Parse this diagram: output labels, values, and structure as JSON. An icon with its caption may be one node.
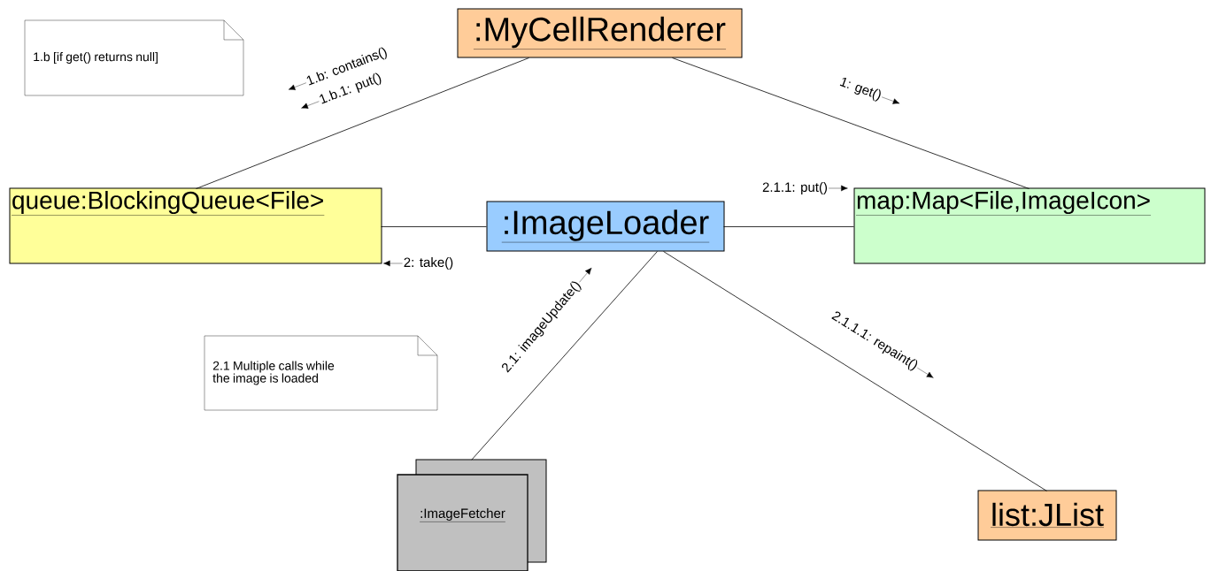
{
  "diagram": {
    "nodes": [
      {
        "text": [
          ":MyCellRenderer"
        ]
      },
      {
        "text": [
          "queue:BlockingQueue<File>"
        ]
      },
      {
        "text": [
          ":ImageLoader"
        ]
      },
      {
        "text": [
          "map:Map<File,ImageIcon>"
        ]
      },
      {
        "text": [
          ":ImageFetcher"
        ]
      },
      {
        "text": [
          "list:JList"
        ]
      },
      {
        "text": [
          "1.b [if get() returns null]"
        ]
      },
      {
        "text": [
          "2.1 Multiple calls while the image is loaded"
        ]
      }
    ],
    "edges": [
      {
        "from": 0,
        "to": 1,
        "arrow": "none"
      },
      {
        "from": 0,
        "to": 3,
        "arrow": "none"
      },
      {
        "from": 1,
        "to": 2,
        "arrow": "none"
      },
      {
        "from": 2,
        "to": 3,
        "arrow": "none"
      },
      {
        "from": 2,
        "to": 4,
        "arrow": "none"
      },
      {
        "from": 2,
        "to": 5,
        "arrow": "none"
      }
    ],
    "labels": [
      "1.b: contains()",
      "1.b.1: put()",
      "1: get()",
      "2.1.1: put()",
      "2: take()",
      "2.1: imageUpdate()",
      "2.1.1.1: repaint()"
    ]
  }
}
